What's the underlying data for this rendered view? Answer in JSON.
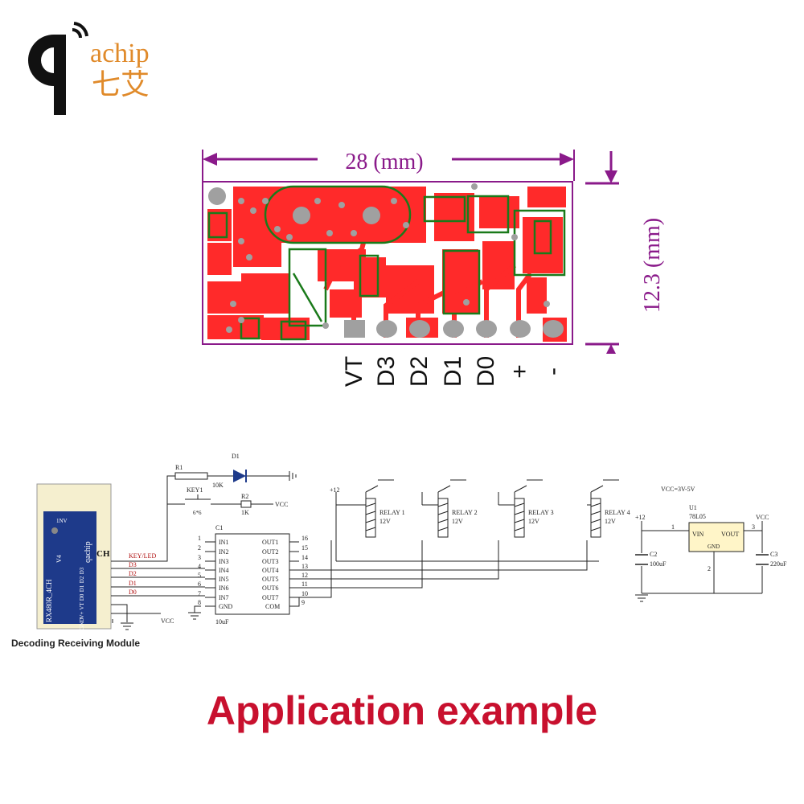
{
  "logo": {
    "brand": "achip",
    "brand_cjk": "七艾",
    "colors": {
      "mark": "#111111",
      "text": "#e08a2a"
    }
  },
  "dimensions": {
    "width_label": "28 (mm)",
    "height_label": "12.3 (mm)",
    "color": "#8a1a8a"
  },
  "pcb": {
    "colors": {
      "copper": "#ff2a2a",
      "silk": "#1a7a1a",
      "pad": "#a0a0a0",
      "outline": "#8a1a8a"
    },
    "pins": [
      {
        "label": "VT"
      },
      {
        "label": "D3"
      },
      {
        "label": "D2"
      },
      {
        "label": "D1"
      },
      {
        "label": "D0"
      },
      {
        "label": "+"
      },
      {
        "label": "-"
      }
    ]
  },
  "schematic": {
    "module": {
      "top_label": "1NV",
      "logo": "qachip",
      "part": "RX480R_4CH",
      "suffix": "V4",
      "side_text": "CH",
      "pin_labels": [
        "D3",
        "D2",
        "D1",
        "D0",
        "VT",
        "V+",
        "GND"
      ],
      "caption": "Decoding Receiving Module"
    },
    "signals": [
      "KEY/LED",
      "D3",
      "D2",
      "D1",
      "D0"
    ],
    "signal_color": "#b01010",
    "r1": {
      "name": "R1",
      "value": "10K"
    },
    "d1": {
      "name": "D1"
    },
    "key1": {
      "name": "KEY1",
      "size": "6*6"
    },
    "r2": {
      "name": "R2",
      "value": "1K"
    },
    "vcc": "VCC",
    "ic": {
      "name": "C1",
      "note": "10uF",
      "left_pins": [
        {
          "num": "1",
          "name": "IN1"
        },
        {
          "num": "2",
          "name": "IN2"
        },
        {
          "num": "3",
          "name": "IN3"
        },
        {
          "num": "4",
          "name": "IN4"
        },
        {
          "num": "5",
          "name": "IN5"
        },
        {
          "num": "6",
          "name": "IN6"
        },
        {
          "num": "7",
          "name": "IN7"
        },
        {
          "num": "8",
          "name": "GND"
        }
      ],
      "right_pins": [
        {
          "num": "16",
          "name": "OUT1"
        },
        {
          "num": "15",
          "name": "OUT2"
        },
        {
          "num": "14",
          "name": "OUT3"
        },
        {
          "num": "13",
          "name": "OUT4"
        },
        {
          "num": "12",
          "name": "OUT5"
        },
        {
          "num": "11",
          "name": "OUT6"
        },
        {
          "num": "10",
          "name": "OUT7"
        },
        {
          "num": "9",
          "name": "COM"
        }
      ]
    },
    "supply": "+12",
    "relays": [
      {
        "name": "RELAY 1",
        "voltage": "12V"
      },
      {
        "name": "RELAY 2",
        "voltage": "12V"
      },
      {
        "name": "RELAY 3",
        "voltage": "12V"
      },
      {
        "name": "RELAY 4",
        "voltage": "12V"
      }
    ],
    "regulator": {
      "note": "VCC=3V-5V",
      "name": "U1",
      "part": "78L05",
      "vin": "VIN",
      "vout": "VOUT",
      "gnd": "GND",
      "pin1": "1",
      "pin2": "2",
      "pin3": "3",
      "supply": "+12",
      "vcc": "VCC",
      "c2": {
        "name": "C2",
        "value": "100uF"
      },
      "c3": {
        "name": "C3",
        "value": "220uF"
      }
    }
  },
  "caption": "Application example"
}
